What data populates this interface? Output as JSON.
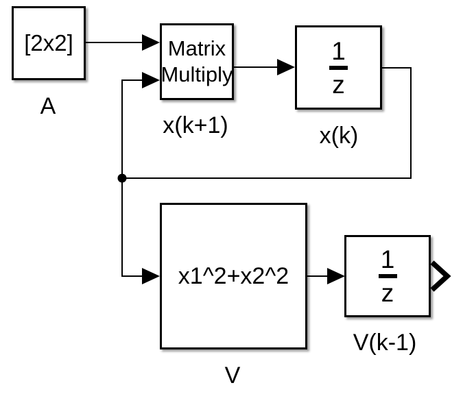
{
  "diagram": {
    "type": "simulink-block-diagram",
    "colors": {
      "background": "#ffffff",
      "line": "#000000",
      "block_fill": "#ffffff",
      "text": "#000000"
    },
    "blocks": {
      "constant_a": {
        "text": "[2x2]",
        "label": "A"
      },
      "matrix_multiply": {
        "line1": "Matrix",
        "line2": "Multiply",
        "label": "x(k+1)"
      },
      "unit_delay_x": {
        "numerator": "1",
        "denominator": "z",
        "label": "x(k)"
      },
      "fcn_v": {
        "text": "x1^2+x2^2",
        "label": "V"
      },
      "unit_delay_v": {
        "numerator": "1",
        "denominator": "z",
        "label": "V(k-1)"
      }
    }
  }
}
